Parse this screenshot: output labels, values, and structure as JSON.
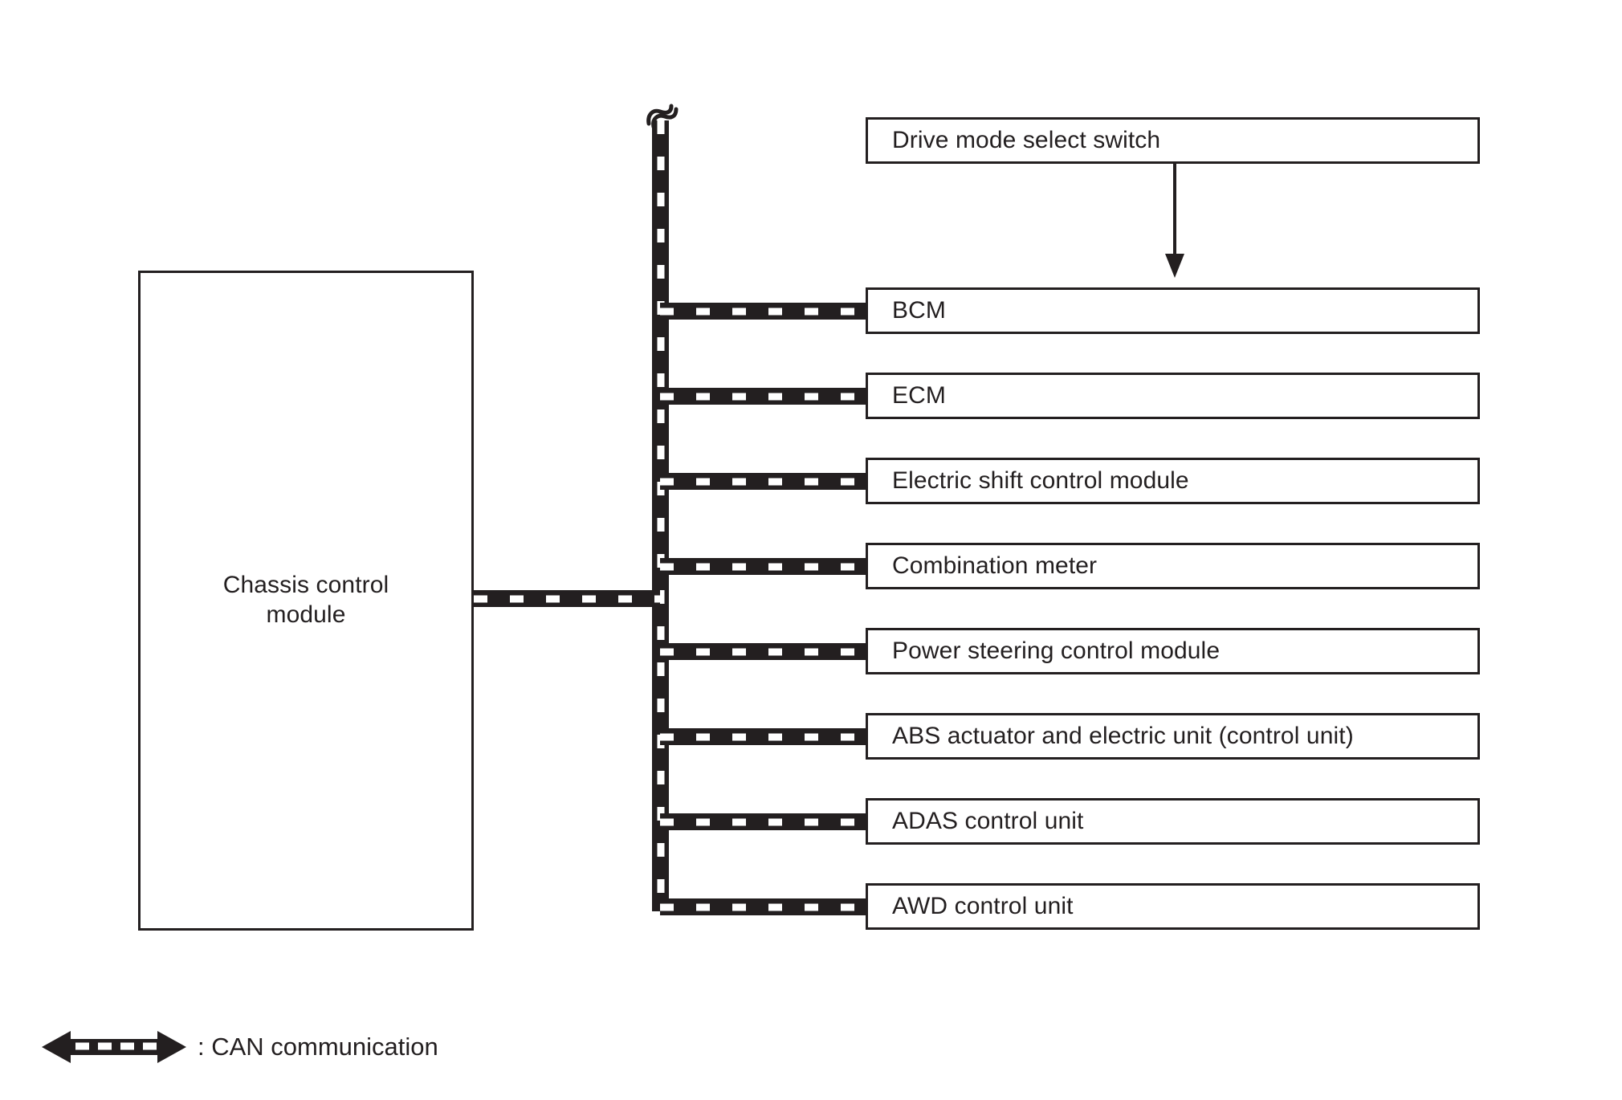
{
  "diagram": {
    "title_text": "",
    "source_module": {
      "label": "Chassis control module",
      "label_line_1": "Chassis control",
      "label_line_2": "module"
    },
    "input_switch": {
      "label": "Drive mode select switch"
    },
    "bus": {
      "name": "CAN bus",
      "break_symbol": "squiggle-break"
    },
    "nodes": [
      {
        "label": "BCM"
      },
      {
        "label": "ECM"
      },
      {
        "label": "Electric shift control module"
      },
      {
        "label": "Combination meter"
      },
      {
        "label": "Power steering control module"
      },
      {
        "label": "ABS actuator and electric unit (control unit)"
      },
      {
        "label": "ADAS control unit"
      },
      {
        "label": "AWD control unit"
      }
    ],
    "legend": {
      "symbol": "double-headed-dashed-arrow",
      "text": ": CAN communication"
    },
    "colors": {
      "line": "#231f20",
      "background": "#ffffff",
      "text": "#231f20"
    }
  }
}
